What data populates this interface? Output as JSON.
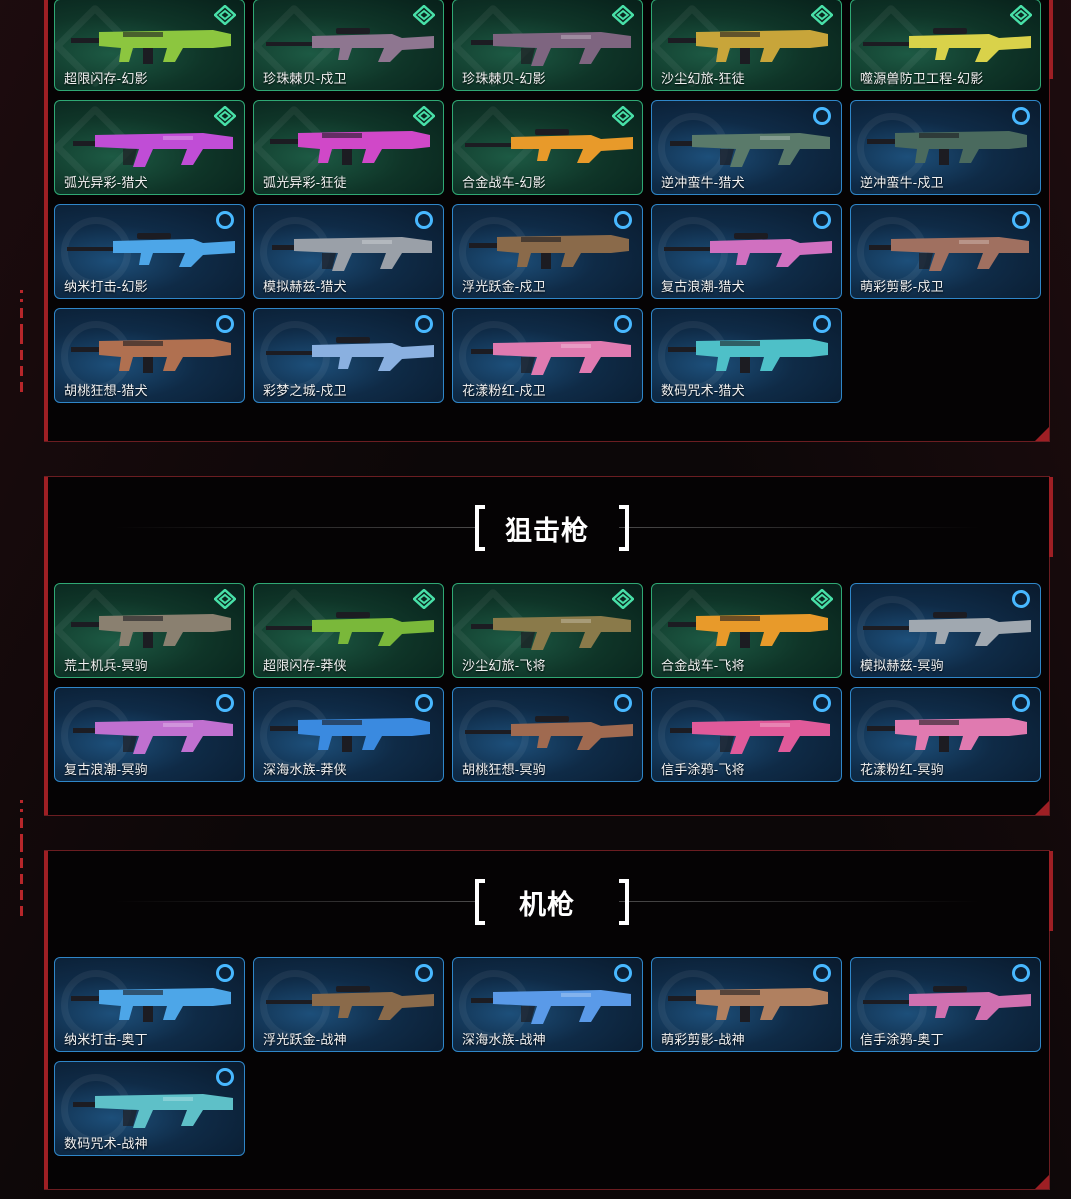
{
  "colors": {
    "panel_border": "#6b1d21",
    "accent_red": "#9e1f24",
    "card_blue": "#2f86c8",
    "card_green": "#2fa874"
  },
  "sections": {
    "rifles": {
      "title": "",
      "items": [
        {
          "name": "超限闪存-幻影",
          "tier": "green",
          "gun": "#8cc63f"
        },
        {
          "name": "珍珠棘贝-戍卫",
          "tier": "green",
          "gun": "#8e7690"
        },
        {
          "name": "珍珠棘贝-幻影",
          "tier": "green",
          "gun": "#7e6580"
        },
        {
          "name": "沙尘幻旅-狂徒",
          "tier": "green",
          "gun": "#c8a53a"
        },
        {
          "name": "噬源兽防卫工程-幻影",
          "tier": "green",
          "gun": "#d9d24a"
        },
        {
          "name": "弧光异彩-猎犬",
          "tier": "green",
          "gun": "#c04dd6"
        },
        {
          "name": "弧光异彩-狂徒",
          "tier": "green",
          "gun": "#d048c8"
        },
        {
          "name": "合金战车-幻影",
          "tier": "green",
          "gun": "#e89a2a"
        },
        {
          "name": "逆冲蛮牛-猎犬",
          "tier": "blue",
          "gun": "#5a7a6a"
        },
        {
          "name": "逆冲蛮牛-戍卫",
          "tier": "blue",
          "gun": "#4a6a5e"
        },
        {
          "name": "纳米打击-幻影",
          "tier": "blue",
          "gun": "#4da6e8"
        },
        {
          "name": "模拟赫兹-猎犬",
          "tier": "blue",
          "gun": "#9aa0a8"
        },
        {
          "name": "浮光跃金-戍卫",
          "tier": "blue",
          "gun": "#8a6a4a"
        },
        {
          "name": "复古浪潮-猎犬",
          "tier": "blue",
          "gun": "#d070c0"
        },
        {
          "name": "萌彩剪影-戍卫",
          "tier": "blue",
          "gun": "#a07060"
        },
        {
          "name": "胡桃狂想-猎犬",
          "tier": "blue",
          "gun": "#b07050"
        },
        {
          "name": "彩梦之城-戍卫",
          "tier": "blue",
          "gun": "#8ab0e0"
        },
        {
          "name": "花漾粉红-戍卫",
          "tier": "blue",
          "gun": "#e07ab0"
        },
        {
          "name": "数码咒术-猎犬",
          "tier": "blue",
          "gun": "#4ec0c8"
        }
      ]
    },
    "snipers": {
      "title": "狙击枪",
      "items": [
        {
          "name": "荒土机兵-冥驹",
          "tier": "green",
          "gun": "#8a8070"
        },
        {
          "name": "超限闪存-莽侠",
          "tier": "green",
          "gun": "#7ab83a"
        },
        {
          "name": "沙尘幻旅-飞将",
          "tier": "green",
          "gun": "#8a7a4a"
        },
        {
          "name": "合金战车-飞将",
          "tier": "green",
          "gun": "#e89a2a"
        },
        {
          "name": "模拟赫兹-冥驹",
          "tier": "blue",
          "gun": "#a0a8b0"
        },
        {
          "name": "复古浪潮-冥驹",
          "tier": "blue",
          "gun": "#c070d0"
        },
        {
          "name": "深海水族-莽侠",
          "tier": "blue",
          "gun": "#3a8ae0"
        },
        {
          "name": "胡桃狂想-冥驹",
          "tier": "blue",
          "gun": "#a06a50"
        },
        {
          "name": "信手涂鸦-飞将",
          "tier": "blue",
          "gun": "#e05a9a"
        },
        {
          "name": "花漾粉红-冥驹",
          "tier": "blue",
          "gun": "#e07ab0"
        }
      ]
    },
    "mgs": {
      "title": "机枪",
      "items": [
        {
          "name": "纳米打击-奥丁",
          "tier": "blue",
          "gun": "#4da6e8"
        },
        {
          "name": "浮光跃金-战神",
          "tier": "blue",
          "gun": "#8a6a4a"
        },
        {
          "name": "深海水族-战神",
          "tier": "blue",
          "gun": "#5a9ae8"
        },
        {
          "name": "萌彩剪影-战神",
          "tier": "blue",
          "gun": "#b08060"
        },
        {
          "name": "信手涂鸦-奥丁",
          "tier": "blue",
          "gun": "#d070b0"
        },
        {
          "name": "数码咒术-战神",
          "tier": "blue",
          "gun": "#5ec0c8"
        }
      ]
    }
  }
}
